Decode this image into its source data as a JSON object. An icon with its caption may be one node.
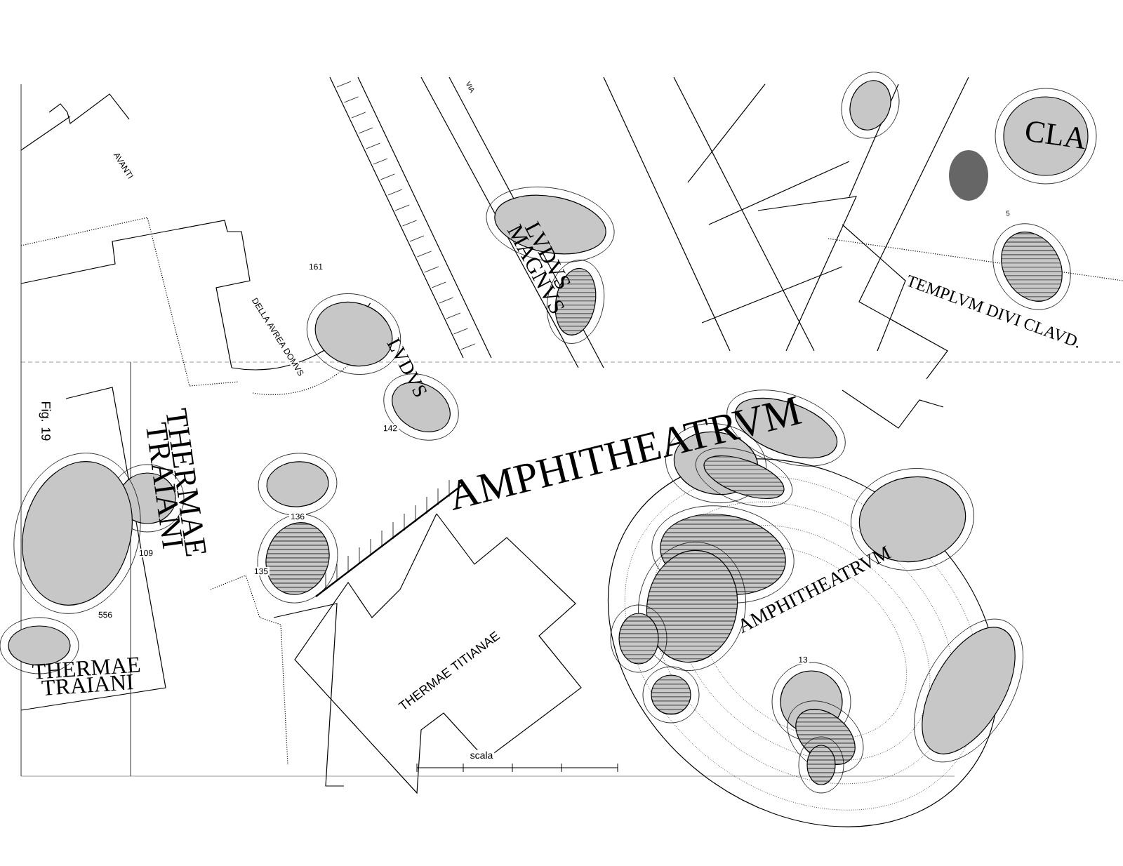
{
  "diagram": {
    "labels": [
      "Fig. 19",
      "AVANTI",
      "DELLA AVREA DOMVS",
      "161",
      "LVDVS",
      "142",
      "VIA",
      "LVDVS MAGNVS",
      "136",
      "135",
      "109",
      "556",
      "THERMAE TRAIANI",
      "THERMAE TRAIANI",
      "AMPHITHEATRVM",
      "THERMAE TITIANAE",
      "AMPHITHEATRVM",
      "13",
      "CLA",
      "5",
      "TEMPLVM DIVI CLAVD.",
      "scala"
    ]
  }
}
